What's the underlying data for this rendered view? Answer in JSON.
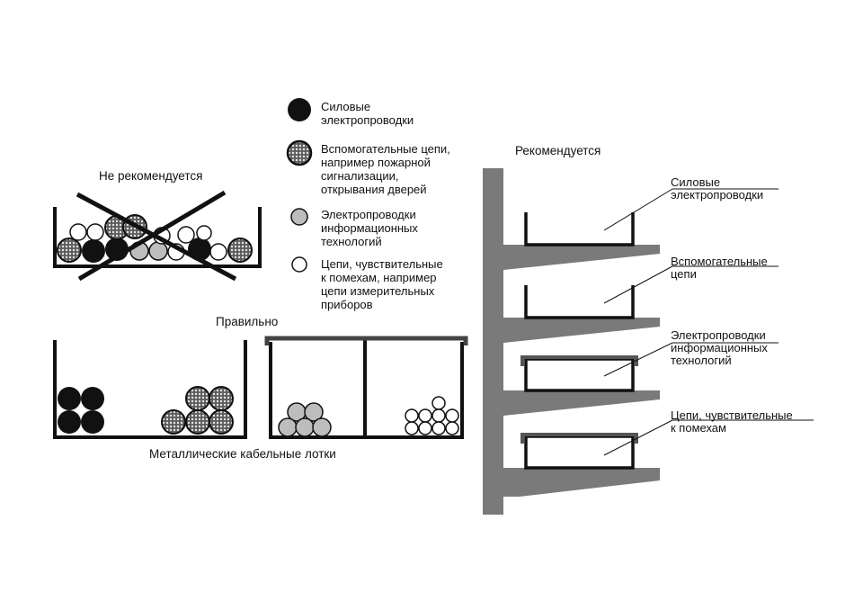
{
  "headings": {
    "not_recommended": "Не рекомендуется",
    "correct": "Правильно",
    "recommended": "Рекомендуется",
    "trays_caption": "Металлические кабельные лотки"
  },
  "legend": [
    {
      "key": "power",
      "lines": [
        "Силовые",
        "электропроводки"
      ]
    },
    {
      "key": "auxiliary",
      "lines": [
        "Вспомогательные цепи,",
        "например пожарной",
        "сигнализации,",
        "открывания дверей"
      ]
    },
    {
      "key": "it",
      "lines": [
        "Электропроводки",
        "информационных",
        "технологий"
      ]
    },
    {
      "key": "sensitive",
      "lines": [
        "Цепи, чувствительные",
        "к помехам, например",
        "цепи измерительных",
        "приборов"
      ]
    }
  ],
  "shelf_labels": [
    {
      "lines": [
        "Силовые",
        "электропроводки"
      ]
    },
    {
      "lines": [
        "Вспомогательные",
        "цепи"
      ]
    },
    {
      "lines": [
        "Электропроводки",
        "информационных",
        "технологий"
      ]
    },
    {
      "lines": [
        "Цепи, чувствительные",
        "к помехам"
      ]
    }
  ],
  "colors": {
    "line": "#111111",
    "concrete": "#7a7a7a",
    "power_cable": "#111111",
    "it_cable": "#bdbdbd",
    "sensitive_cable": "#ffffff"
  },
  "icons": {
    "power": "solid-black-circle",
    "auxiliary": "stranded-cable-circle",
    "it": "grey-circle",
    "sensitive": "white-circle"
  }
}
